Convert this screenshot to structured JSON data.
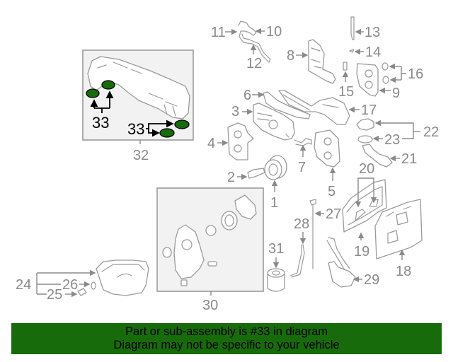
{
  "banner": {
    "line1": "Part or sub-assembly is #33 in diagram",
    "line2": "Diagram may not be specific to your vehicle",
    "background": "#176b0a"
  },
  "diagram": {
    "highlight_color": "#176b0a",
    "highlight_part": "33",
    "callouts": {
      "c1": "1",
      "c2": "2",
      "c3": "3",
      "c4": "4",
      "c5": "5",
      "c6": "6",
      "c7": "7",
      "c8": "8",
      "c9": "9",
      "c10": "10",
      "c11": "11",
      "c12": "12",
      "c13": "13",
      "c14": "14",
      "c15": "15",
      "c16": "16",
      "c17": "17",
      "c18": "18",
      "c19": "19",
      "c20": "20",
      "c21": "21",
      "c22": "22",
      "c23": "23",
      "c24": "24",
      "c25": "25",
      "c26": "26",
      "c27": "27",
      "c28": "28",
      "c29": "29",
      "c30": "30",
      "c31": "31",
      "c32": "32",
      "c33a": "33",
      "c33b": "33"
    }
  }
}
